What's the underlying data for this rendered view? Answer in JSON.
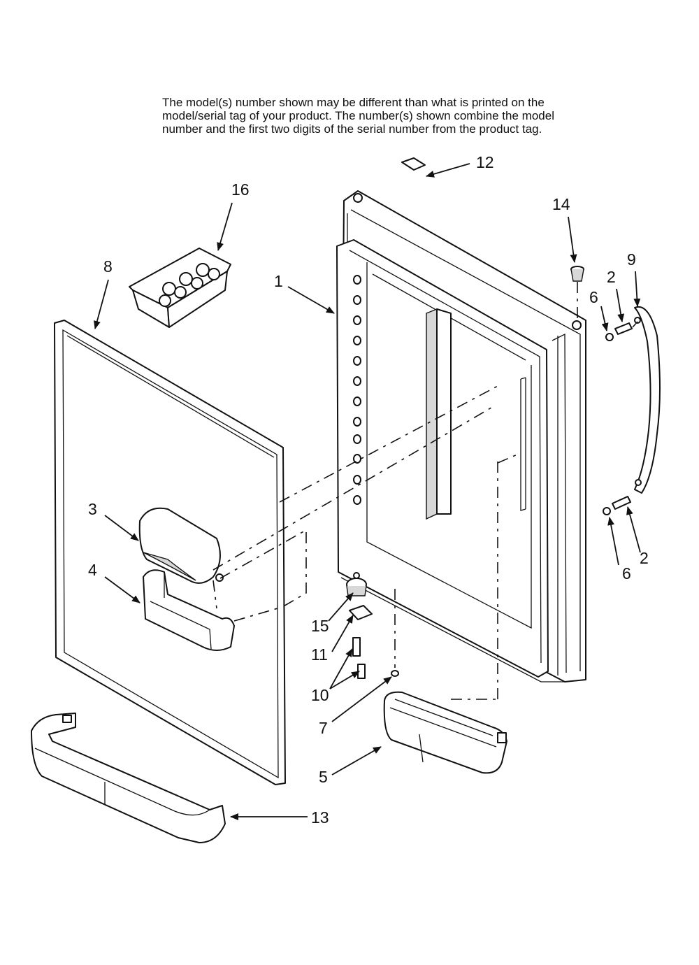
{
  "note": {
    "line1": "The model(s) number shown may be different than what is printed on the",
    "line2": "model/serial tag of your product. The number(s) shown combine the model",
    "line3": "number and the first two digits of the serial number from the product tag."
  },
  "callouts": {
    "door_liner": "1",
    "screw_top": "2",
    "screw_bottom": "2",
    "dispenser_cover": "3",
    "dispenser_bin": "4",
    "door_bin": "5",
    "nut_top": "6",
    "nut_bottom": "6",
    "plug": "7",
    "door_gasket": "8",
    "handle": "9",
    "hinge_screws": "10",
    "hinge_plate": "11",
    "top_cap": "12",
    "bottom_trim": "13",
    "bushing": "14",
    "hinge_pin": "15",
    "egg_tray": "16"
  }
}
